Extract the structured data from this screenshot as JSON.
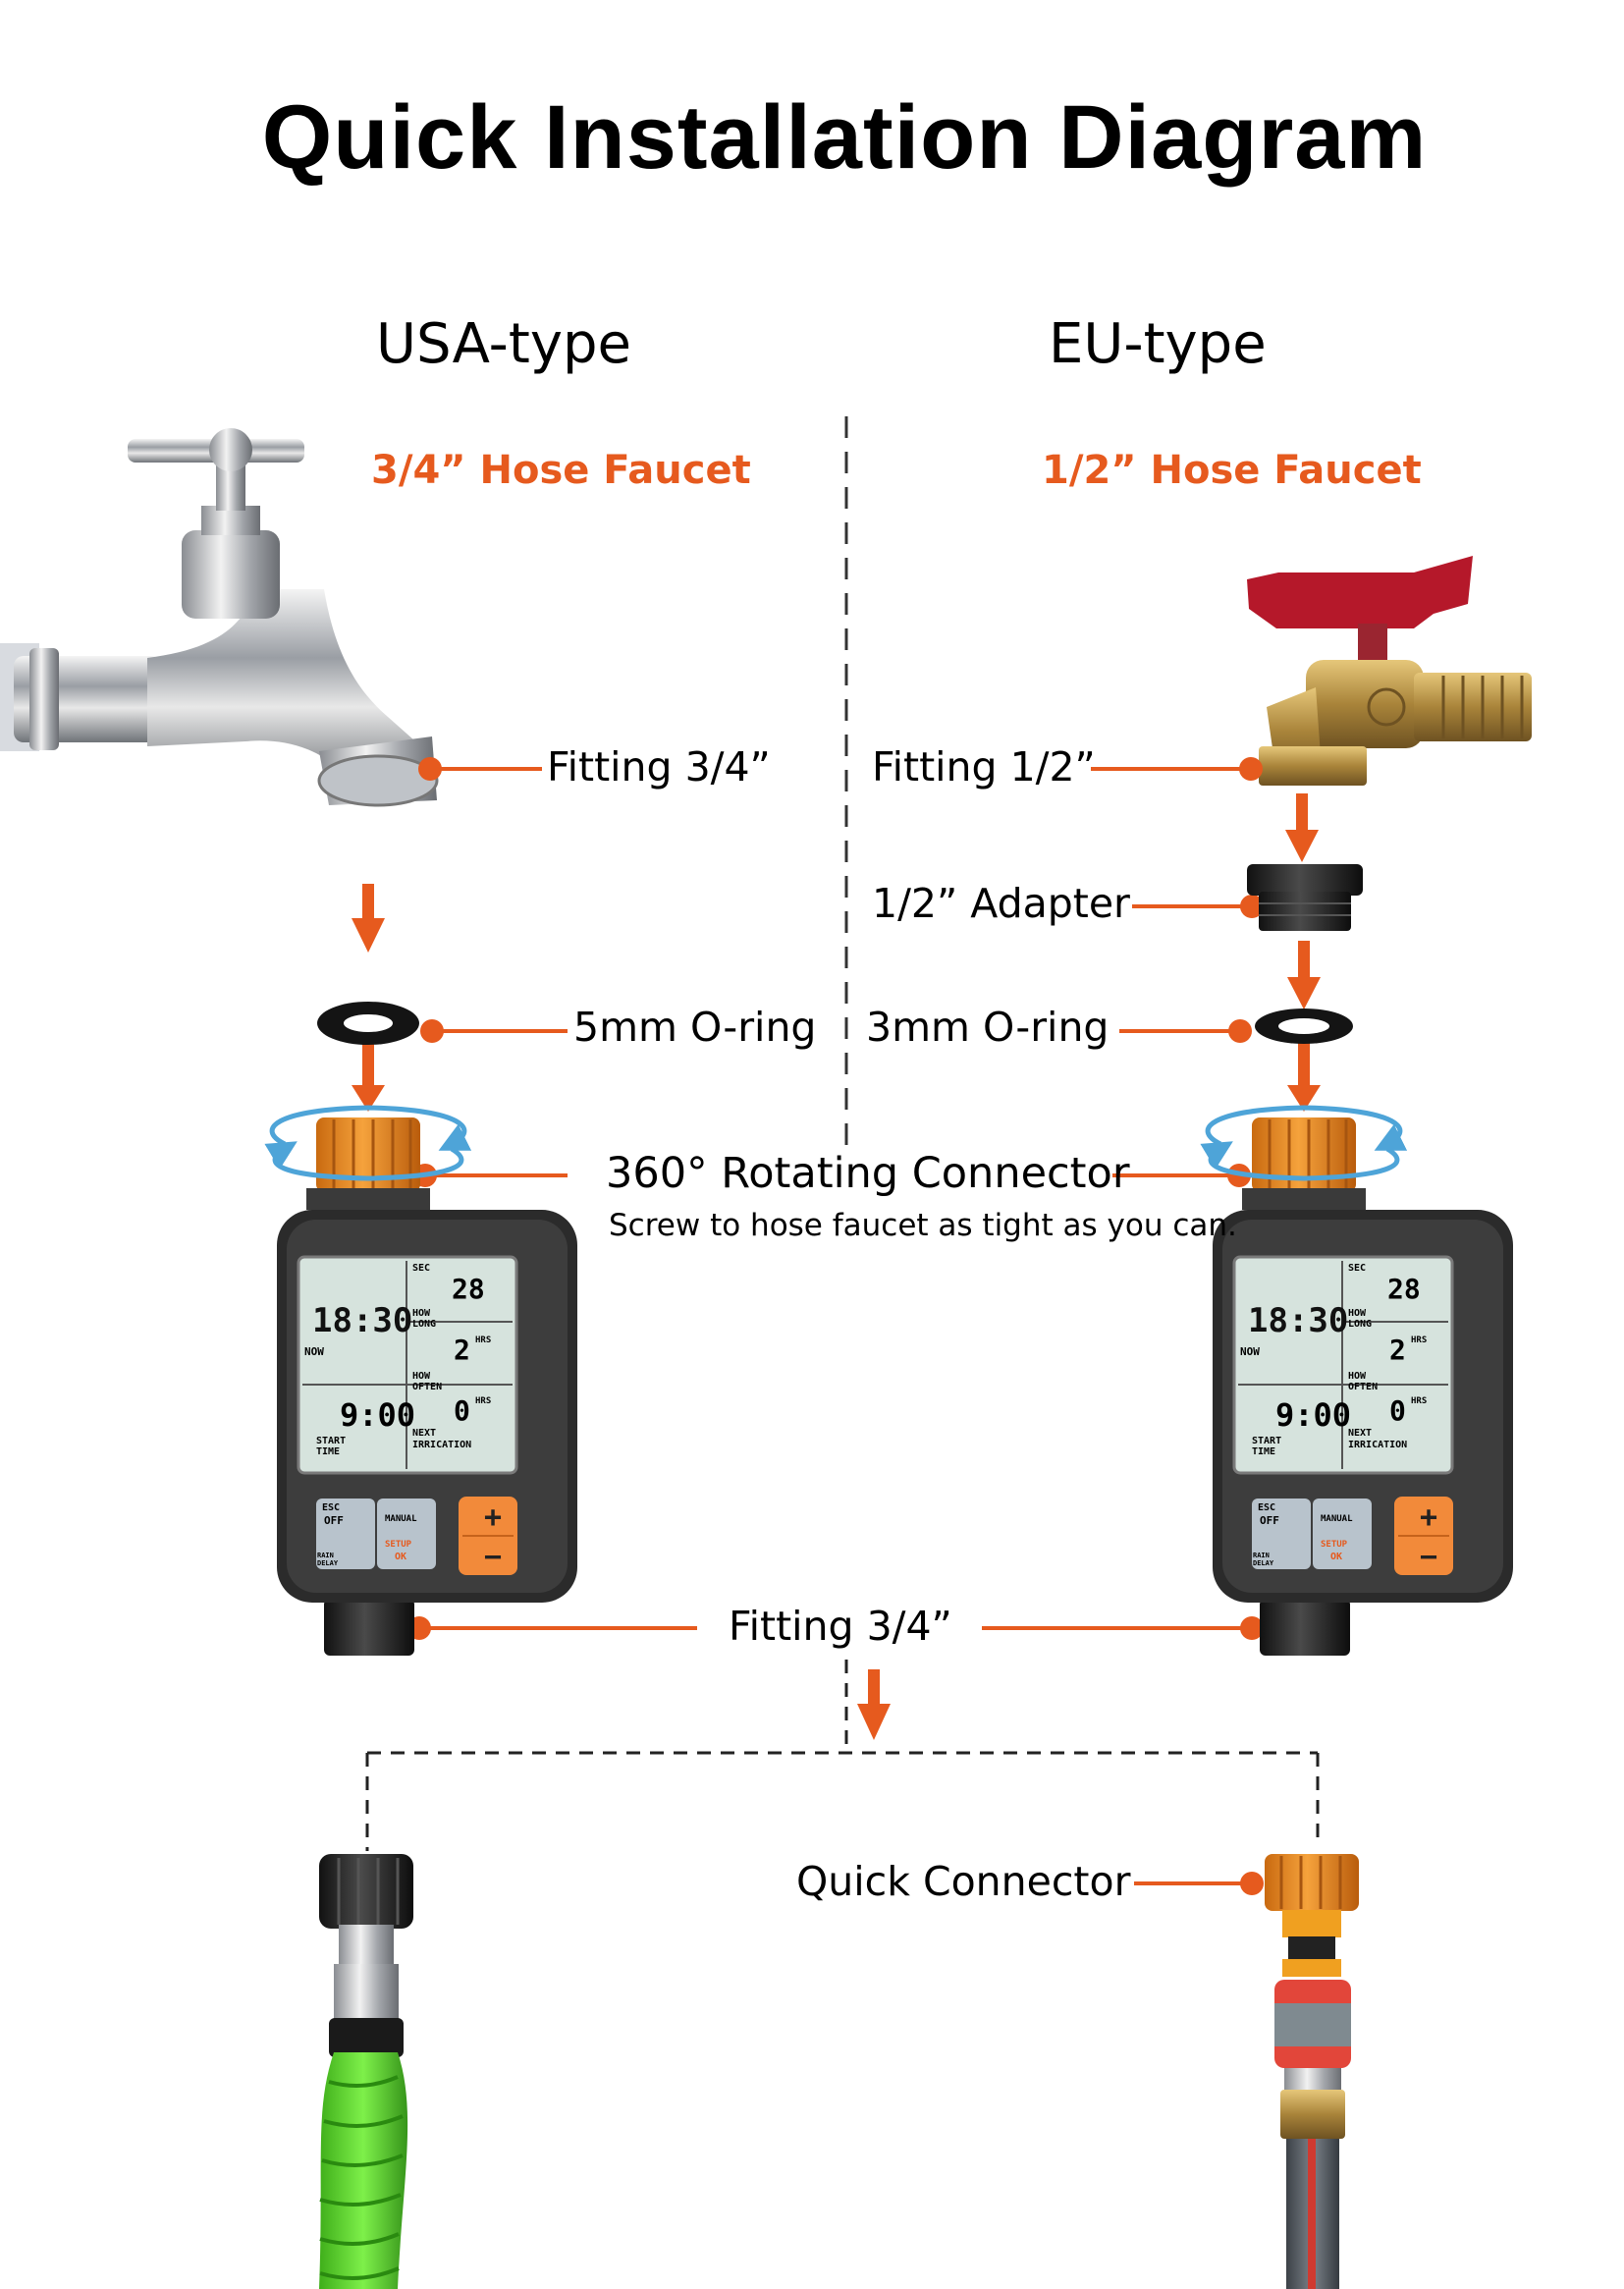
{
  "title": "Quick Installation Diagram",
  "columns": {
    "left": {
      "heading": "USA-type",
      "faucet": "3/4” Hose Faucet"
    },
    "right": {
      "heading": "EU-type",
      "faucet": "1/2” Hose Faucet"
    }
  },
  "labels": {
    "fitting_left": "Fitting 3/4”",
    "fitting_right": "Fitting 1/2”",
    "adapter": "1/2” Adapter",
    "oring_left": "5mm O-ring",
    "oring_right": "3mm O-ring",
    "rotating": "360° Rotating Connector",
    "rotating_note": "Screw to hose faucet as tight as you can.",
    "fitting_bottom": "Fitting 3/4”",
    "quick_connector": "Quick Connector"
  },
  "timer_display": {
    "clock": "18:30",
    "now": "NOW",
    "sec_label": "SEC",
    "how_long_value": "28",
    "how_long": "HOW LONG",
    "hrs_label": "HRS",
    "how_often_value": "2",
    "how_often": "HOW OFTEN",
    "start_value": "9:00",
    "start_time": "START TIME",
    "next_value": "0",
    "next": "NEXT",
    "irrigation": "IRRICATION",
    "btn_esc": "ESC",
    "btn_off": "OFF",
    "btn_manual": "MANUAL",
    "btn_rain": "RAIN DELAY",
    "btn_setup": "SETUP",
    "btn_ok": "OK",
    "btn_plus": "+",
    "btn_minus": "−"
  },
  "colors": {
    "accent": "#e65a1e",
    "arrow": "#e65a1e",
    "lcd_bg": "#d6e3dd",
    "timer_body": "#2b2b2b",
    "connector_orange": "#f08a1c",
    "rotate_arrow": "#4ea4d8"
  }
}
